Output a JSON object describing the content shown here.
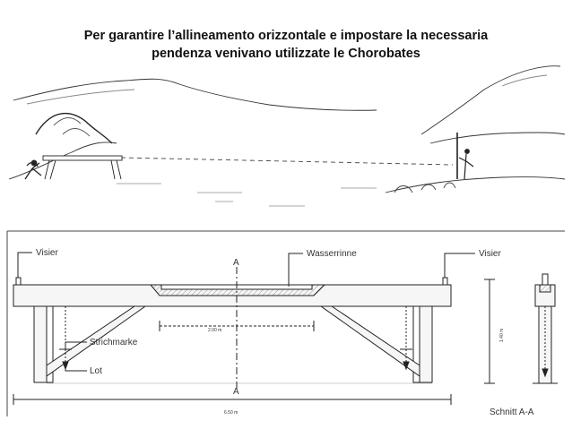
{
  "caption": {
    "line1": "Per garantire l’allineamento orizzontale e impostare la necessaria",
    "line2": "pendenza venivano utilizzate le Chorobates"
  },
  "diagram": {
    "labels": {
      "visier_left": "Visier",
      "wasserrinne": "Wasserrinne",
      "visier_right": "Visier",
      "section_a_top": "A",
      "section_a_bottom": "A",
      "strichmarke": "Strichmarke",
      "lot": "Lot",
      "dim_channel": "2.00 m",
      "dim_total": "6.50 m",
      "dim_height": "1.40 m",
      "schnitt": "Schnitt A-A"
    }
  },
  "colors": {
    "ink": "#222222",
    "hatch": "#cfcfcf",
    "wood": "#f6f6f6"
  }
}
